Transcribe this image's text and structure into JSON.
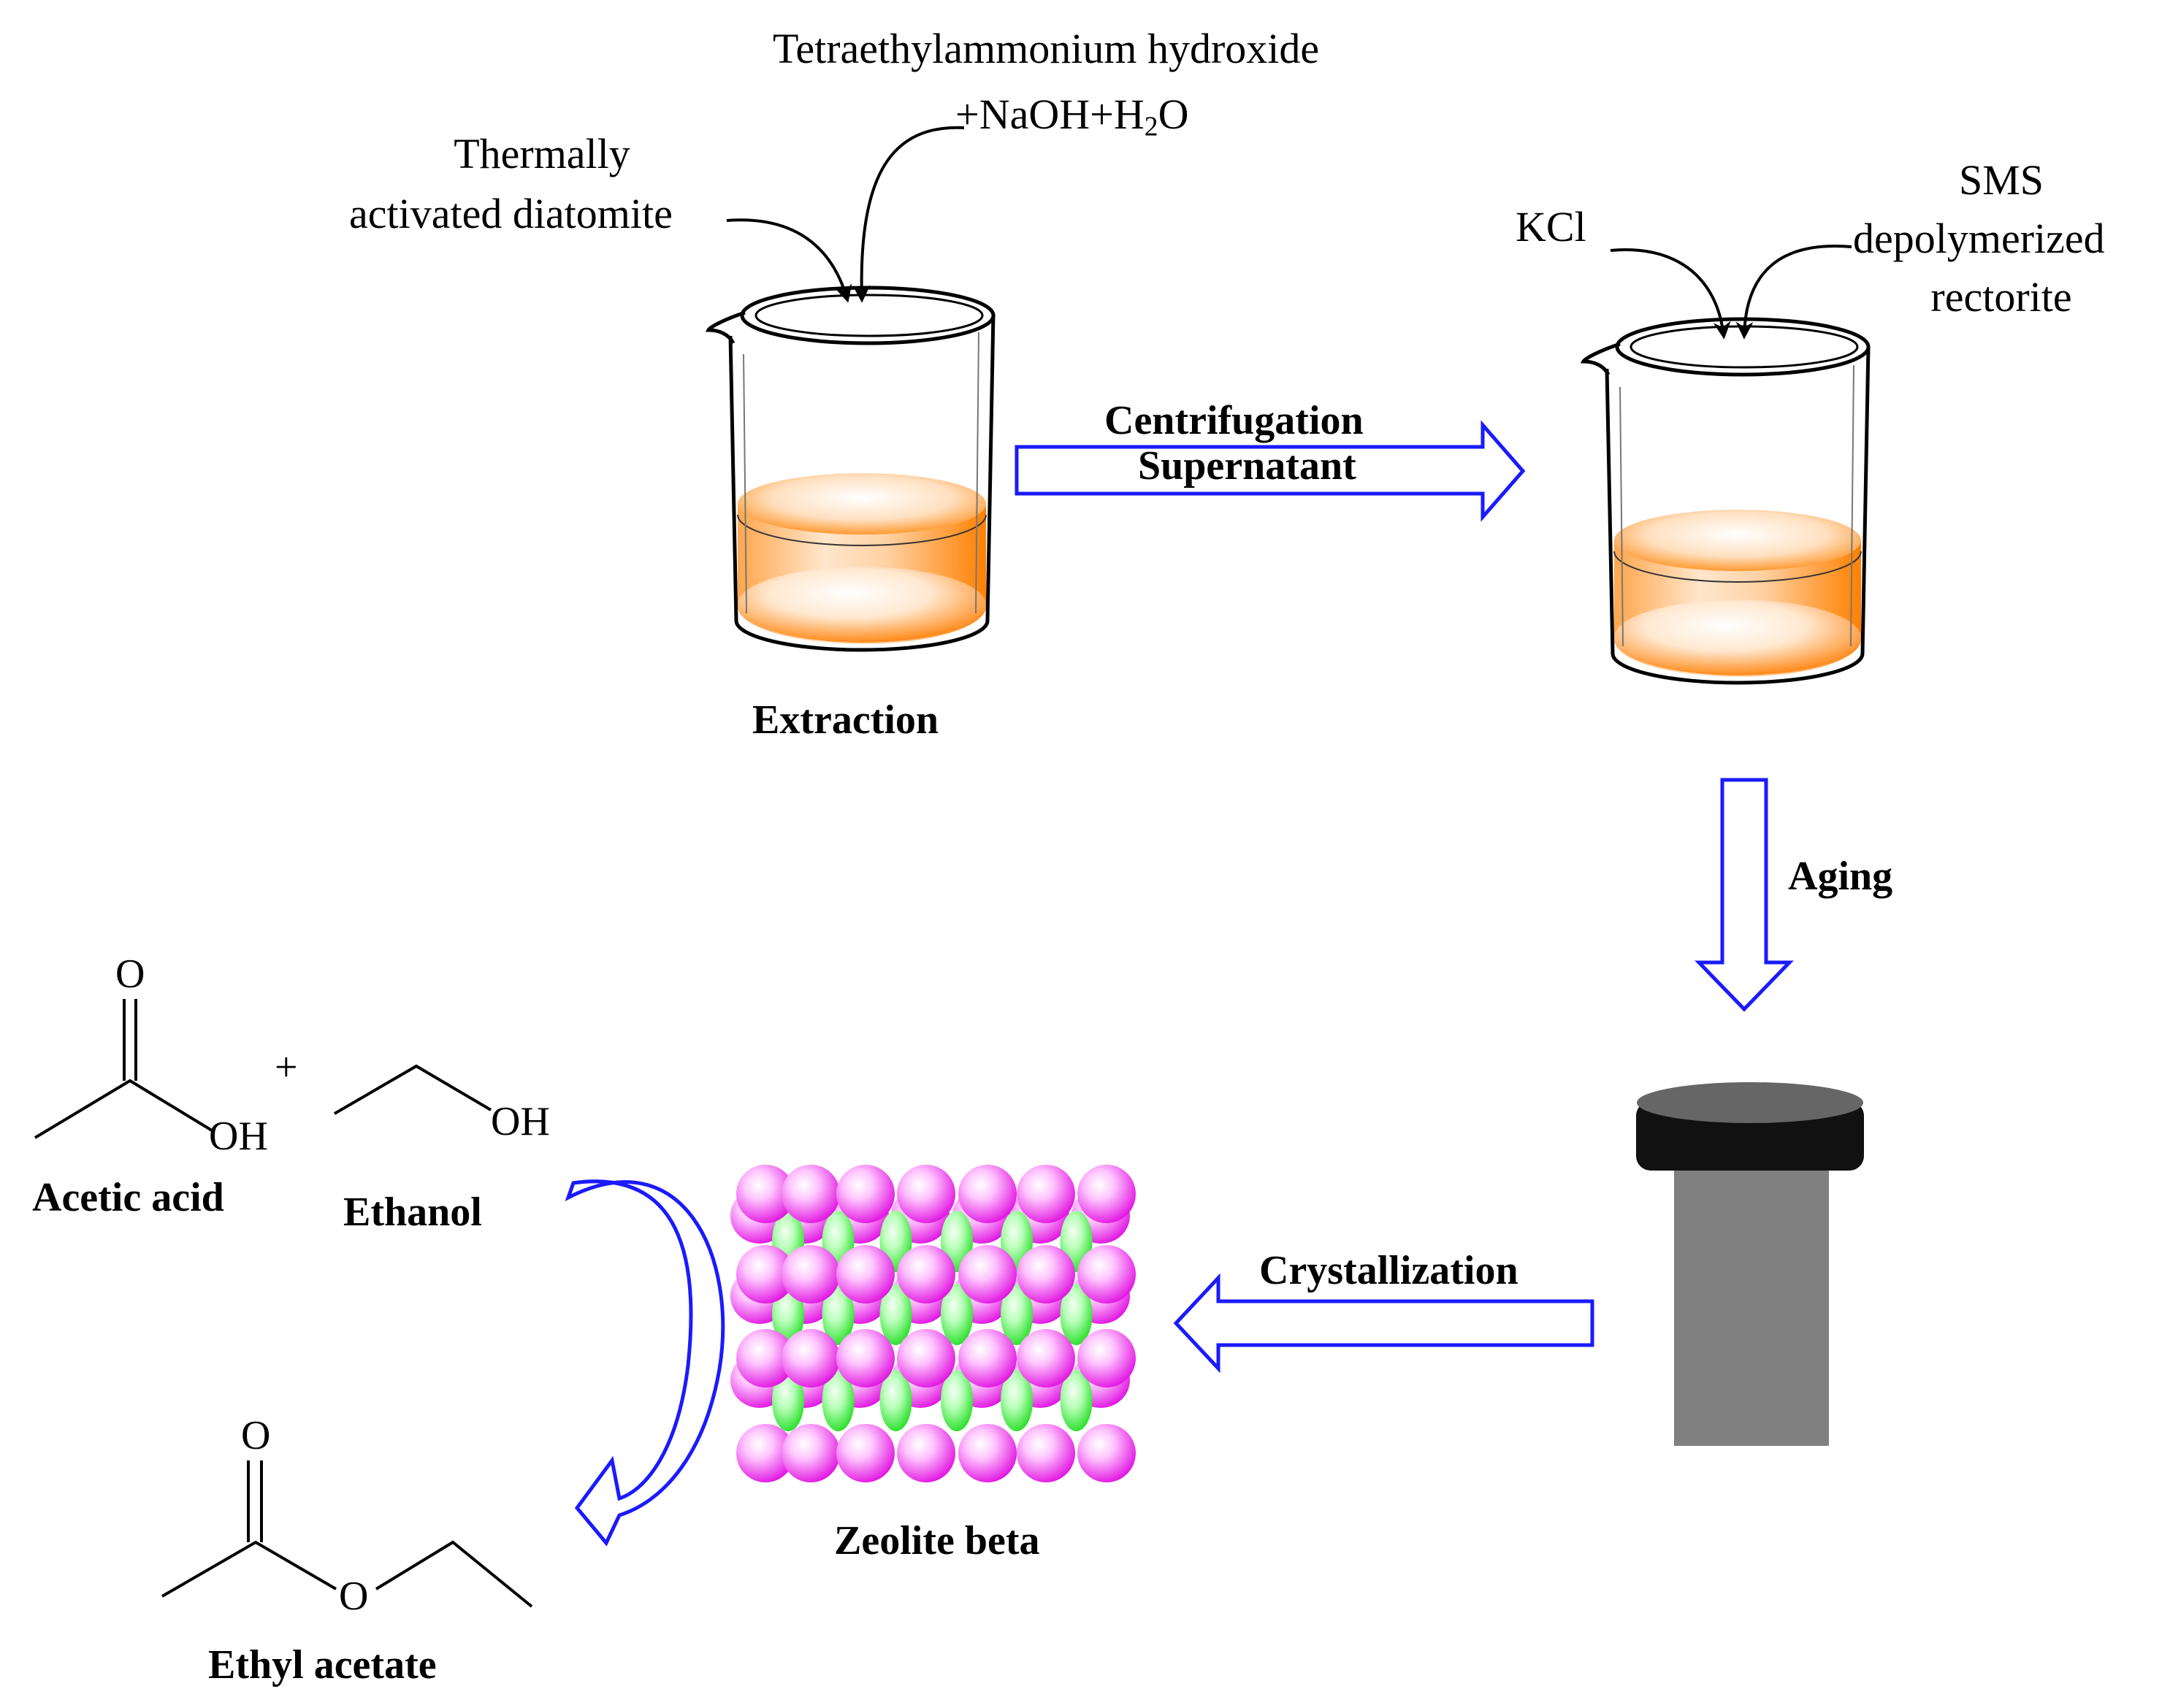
{
  "reagents": {
    "teaoh": "Tetraethylammonium hydroxide",
    "naoh_prefix": "+NaOH+H",
    "naoh_sub": "2",
    "naoh_suffix": "O",
    "diatomite_line1": "Thermally",
    "diatomite_line2": "activated diatomite",
    "kcl": "KCl",
    "sms_line1": "SMS",
    "sms_line2": "depolymerized",
    "sms_line3": "rectorite"
  },
  "steps": {
    "extraction": "Extraction",
    "centrifugation": "Centrifugation",
    "supernatant": "Supernatant",
    "aging": "Aging",
    "crystallization": "Crystallization"
  },
  "products": {
    "zeolite": "Zeolite beta"
  },
  "reaction": {
    "acetic_acid": "Acetic acid",
    "ethanol": "Ethanol",
    "ethyl_acetate": "Ethyl acetate",
    "plus": "+",
    "atom_o": "O",
    "atom_oh": "OH"
  },
  "colors": {
    "liquid": "#ff8c1a",
    "arrow_outline": "#1a1aff",
    "zeolite_pink": "#ff44ff",
    "zeolite_green": "#33ee33",
    "autoclave_dark": "#111111",
    "autoclave_body": "#808080"
  }
}
